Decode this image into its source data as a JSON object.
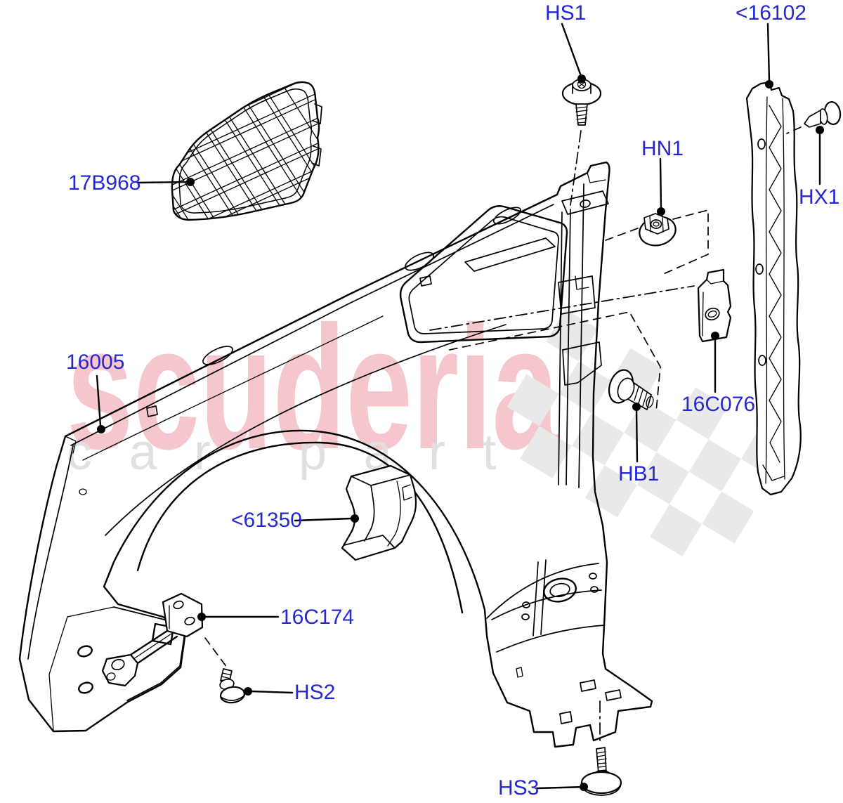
{
  "diagram": {
    "watermark": {
      "brand": "scuderia",
      "tagline": "car parts"
    },
    "parts": [
      {
        "code": "17B968",
        "kind": "side-vent-grille"
      },
      {
        "code": "HS1",
        "kind": "screw"
      },
      {
        "code": "<16102",
        "kind": "fender-rear-reinforcement"
      },
      {
        "code": "HN1",
        "kind": "flange-nut"
      },
      {
        "code": "HX1",
        "kind": "push-pin-fastener"
      },
      {
        "code": "16005",
        "kind": "front-fender-panel"
      },
      {
        "code": "16C076",
        "kind": "mounting-bracket-plate"
      },
      {
        "code": "HB1",
        "kind": "flange-bolt"
      },
      {
        "code": "<61350",
        "kind": "support-bracket"
      },
      {
        "code": "16C174",
        "kind": "fender-stay-bracket"
      },
      {
        "code": "HS2",
        "kind": "screw"
      },
      {
        "code": "HS3",
        "kind": "screw-with-washer"
      }
    ],
    "colors": {
      "label_blue": "#2428d2",
      "watermark_pink": "#f6c6cd",
      "watermark_gray": "#e0e0e0",
      "checker_gray": "#e9e9e9",
      "line_black": "#000000"
    }
  }
}
